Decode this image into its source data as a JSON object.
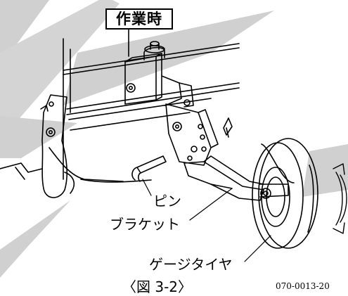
{
  "title": "作業時",
  "labels": {
    "pin": "ピン",
    "bracket": "ブラケット",
    "gauge_tire": "ゲージタイヤ"
  },
  "caption": "〈図 3-2〉",
  "figure_id": "070-0013-20",
  "colors": {
    "stroke": "#000000",
    "background": "#ffffff",
    "watermark": "#d0d0d0"
  },
  "icons": [
    "rotation-arrow-icon"
  ]
}
